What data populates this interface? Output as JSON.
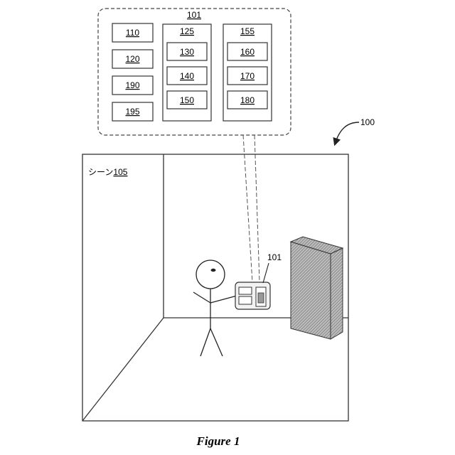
{
  "callout": {
    "device_label": "101",
    "left_column": [
      "110",
      "120",
      "190",
      "195"
    ],
    "middle_column": {
      "title": "125",
      "items": [
        "130",
        "140",
        "150"
      ]
    },
    "right_column": {
      "title": "155",
      "items": [
        "160",
        "170",
        "180"
      ]
    }
  },
  "system_label": "100",
  "scene_label_prefix": "シーン",
  "scene_label_number": "105",
  "device_in_scene_label": "101",
  "caption": "Figure 1"
}
